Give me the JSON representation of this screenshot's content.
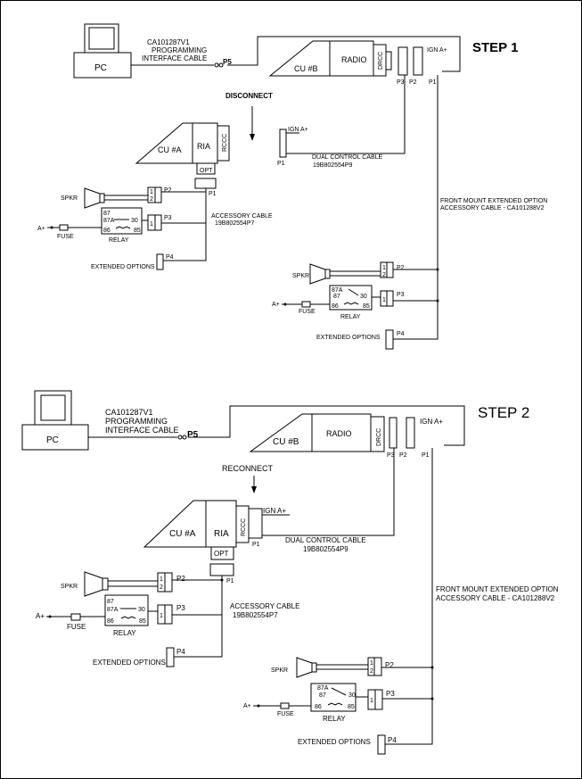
{
  "step1": {
    "title": "STEP 1",
    "pc": "PC",
    "cable_line1": "CA101287V1",
    "cable_line2": "PROGRAMMING",
    "cable_line3": "INTERFACE CABLE",
    "p5": "P5",
    "cub": "CU #B",
    "radio": "RADIO",
    "drcc": "DRCC",
    "ign_top": "IGN A+",
    "p3": "P3",
    "p2": "P2",
    "p1": "P1",
    "action": "DISCONNECT",
    "cua": "CU #A",
    "ria": "RIA",
    "rccc": "RCCC",
    "opt": "OPT",
    "p1_opt": "P1",
    "ign_loose": "IGN A+",
    "p1_loose": "P1",
    "dual_line1": "DUAL CONTROL CABLE",
    "dual_line2": "19B802554P9",
    "fm_line1": "FRONT MOUNT EXTENDED OPTION",
    "fm_line2": "ACCESSORY CABLE - CA101288V2",
    "left_acc": {
      "spkr": "SPKR",
      "p2": "P2",
      "p3": "P3",
      "p4": "P4",
      "ap": "A+",
      "fuse": "FUSE",
      "relay": "RELAY",
      "r87": "87",
      "r87a": "87A",
      "r30": "30",
      "r86": "86",
      "r85": "85",
      "pin1": "1",
      "pin2": "2",
      "pin1b": "1",
      "acc_line1": "ACCESSORY CABLE",
      "acc_line2": "19B802554P7",
      "ext": "EXTENDED OPTIONS"
    },
    "right_acc": {
      "spkr": "SPKR",
      "p2": "P2",
      "p3": "P3",
      "p4": "P4",
      "ap": "A+",
      "fuse": "FUSE",
      "relay": "RELAY",
      "r87": "87",
      "r87a": "87A",
      "r30": "30",
      "r86": "86",
      "r85": "85",
      "pin1": "1",
      "pin2": "2",
      "pin1b": "1",
      "ext": "EXTENDED OPTIONS"
    }
  },
  "step2": {
    "title": "STEP 2",
    "pc": "PC",
    "cable_line1": "CA101287V1",
    "cable_line2": "PROGRAMMING",
    "cable_line3": "INTERFACE CABLE",
    "p5": "P5",
    "cub": "CU #B",
    "radio": "RADIO",
    "drcc": "DRCC",
    "ign_top": "IGN A+",
    "p3": "P3",
    "p2": "P2",
    "p1": "P1",
    "action": "RECONNECT",
    "cua": "CU #A",
    "ria": "RIA",
    "rccc": "RCCC",
    "ign_conn": "IGN A+",
    "p1_ria": "P1",
    "opt": "OPT",
    "p1_opt": "P1",
    "dual_line1": "DUAL CONTROL CABLE",
    "dual_line2": "19B802554P9",
    "fm_line1": "FRONT MOUNT EXTENDED OPTION",
    "fm_line2": "ACCESSORY CABLE - CA101288V2",
    "left_acc": {
      "spkr": "SPKR",
      "p2": "P2",
      "p3": "P3",
      "p4": "P4",
      "ap": "A+",
      "fuse": "FUSE",
      "relay": "RELAY",
      "r87": "87",
      "r87a": "87A",
      "r30": "30",
      "r86": "86",
      "r85": "85",
      "pin1": "1",
      "pin2": "2",
      "pin1b": "1",
      "acc_line1": "ACCESSORY CABLE",
      "acc_line2": "19B802554P7",
      "ext": "EXTENDED OPTIONS"
    },
    "right_acc": {
      "spkr": "SPKR",
      "p2": "P2",
      "p3": "P3",
      "p4": "P4",
      "ap": "A+",
      "fuse": "FUSE",
      "relay": "RELAY",
      "r87": "87",
      "r87a": "87A",
      "r30": "30",
      "r86": "86",
      "r85": "85",
      "pin1": "1",
      "pin2": "2",
      "pin1b": "1",
      "ext": "EXTENDED OPTIONS"
    }
  }
}
